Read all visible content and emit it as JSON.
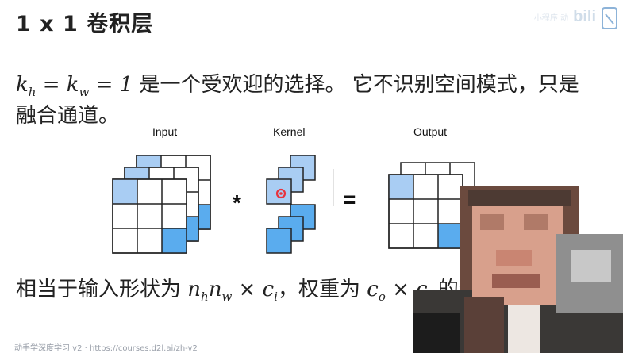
{
  "slide": {
    "title": "1 x 1 卷积层",
    "line1_math": {
      "k": "k",
      "h": "h",
      "eq": " = ",
      "w": "w",
      "one": " = 1"
    },
    "line1_text": " 是一个受欢迎的选择。 它不识别空间模式，只是",
    "line2_text": "融合通道。",
    "line3": {
      "prefix": "相当于输入形状为 ",
      "n": "n",
      "h": "h",
      "w": "w",
      "times": " × ",
      "c": "c",
      "i": "i",
      "mid": "，权重为 ",
      "o": "o",
      "suffix": " 的全连"
    }
  },
  "diagram": {
    "input_label": "Input",
    "kernel_label": "Kernel",
    "output_label": "Output",
    "op_multiply": "*",
    "op_equals": "="
  },
  "footer": {
    "text": "动手学深度学习 v2 · https://courses.d2l.ai/zh-v2"
  },
  "brand": {
    "watermark": "小程序 动",
    "logo_text": "bili"
  },
  "colors": {
    "light_blue": "#a9cdf3",
    "blue": "#5aacee",
    "grid_line": "#222222"
  }
}
